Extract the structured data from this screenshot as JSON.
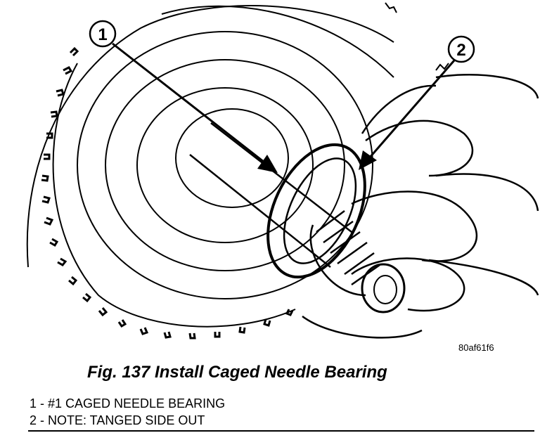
{
  "figure": {
    "code": "80af61f6",
    "caption": "Fig. 137 Install Caged Needle Bearing"
  },
  "callouts": [
    {
      "number": "1"
    },
    {
      "number": "2"
    }
  ],
  "legend": [
    {
      "text": "1 - #1 CAGED NEEDLE BEARING"
    },
    {
      "text": "2 - NOTE: TANGED SIDE OUT"
    }
  ],
  "colors": {
    "ink": "#000000",
    "paper": "#ffffff"
  }
}
